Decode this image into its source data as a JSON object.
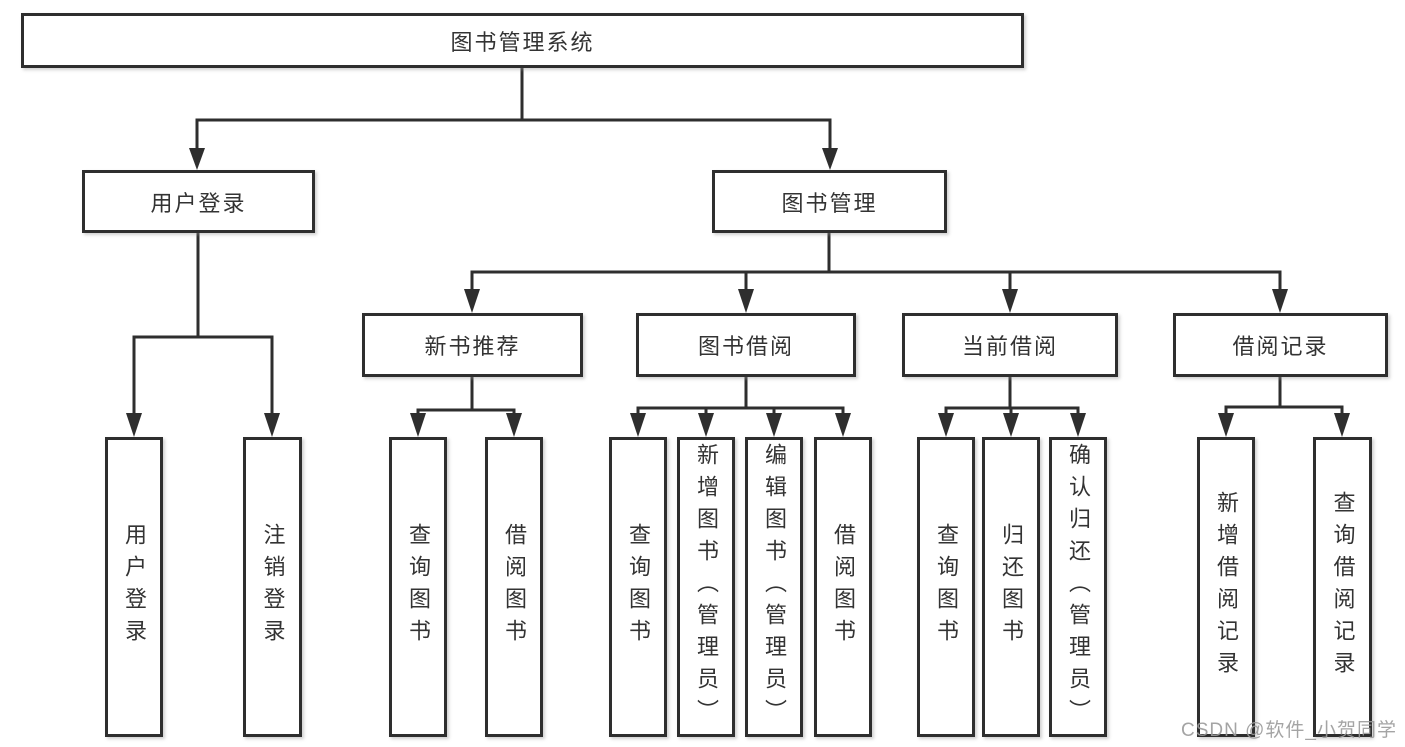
{
  "diagram": {
    "root": {
      "label": "图书管理系统"
    },
    "level1": [
      {
        "label": "用户登录"
      },
      {
        "label": "图书管理"
      }
    ],
    "level2": [
      {
        "label": "新书推荐"
      },
      {
        "label": "图书借阅"
      },
      {
        "label": "当前借阅"
      },
      {
        "label": "借阅记录"
      }
    ],
    "leaves": {
      "login": [
        {
          "label": "用户登录"
        },
        {
          "label": "注销登录"
        }
      ],
      "recommend": [
        {
          "label": "查询图书"
        },
        {
          "label": "借阅图书"
        }
      ],
      "borrow": [
        {
          "label": "查询图书"
        },
        {
          "label": "新增图书（管理员）"
        },
        {
          "label": "编辑图书（管理员）"
        },
        {
          "label": "借阅图书"
        }
      ],
      "current": [
        {
          "label": "查询图书"
        },
        {
          "label": "归还图书"
        },
        {
          "label": "确认归还（管理员）"
        }
      ],
      "records": [
        {
          "label": "新增借阅记录"
        },
        {
          "label": "查询借阅记录"
        }
      ]
    },
    "watermark": "CSDN @软件_小贺同学",
    "colors": {
      "line": "#2e2e2e",
      "text": "#333333",
      "background": "#ffffff",
      "watermark": "#9b9b9b"
    }
  }
}
